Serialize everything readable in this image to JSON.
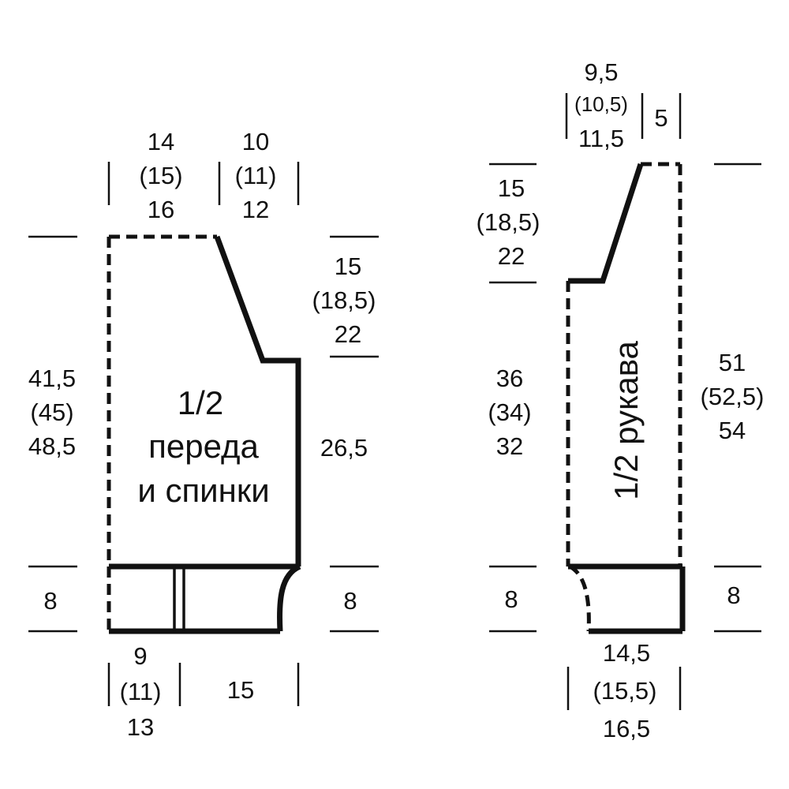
{
  "body_piece": {
    "title_lines": [
      "1/2",
      "переда",
      "и спинки"
    ],
    "top_left_width": [
      "14",
      "(15)",
      "16"
    ],
    "top_shoulder_width": [
      "10",
      "(11)",
      "12"
    ],
    "armhole_height": [
      "15",
      "(18,5)",
      "22"
    ],
    "total_height": [
      "41,5",
      "(45)",
      "48,5"
    ],
    "side_height": "26,5",
    "hem_left": "8",
    "hem_right": "8",
    "bottom_left_width": [
      "9",
      "(11)",
      "13"
    ],
    "bottom_right_width": "15"
  },
  "sleeve_piece": {
    "title": "1/2 рукава",
    "top_width": [
      "9,5",
      "(10,5)",
      "11,5"
    ],
    "top_small": "5",
    "cap_height": [
      "15",
      "(18,5)",
      "22"
    ],
    "sleeve_height": [
      "36",
      "(34)",
      "32"
    ],
    "total_height": [
      "51",
      "(52,5)",
      "54"
    ],
    "hem_left": "8",
    "hem_right": "8",
    "bottom_width": [
      "14,5",
      "(15,5)",
      "16,5"
    ]
  }
}
